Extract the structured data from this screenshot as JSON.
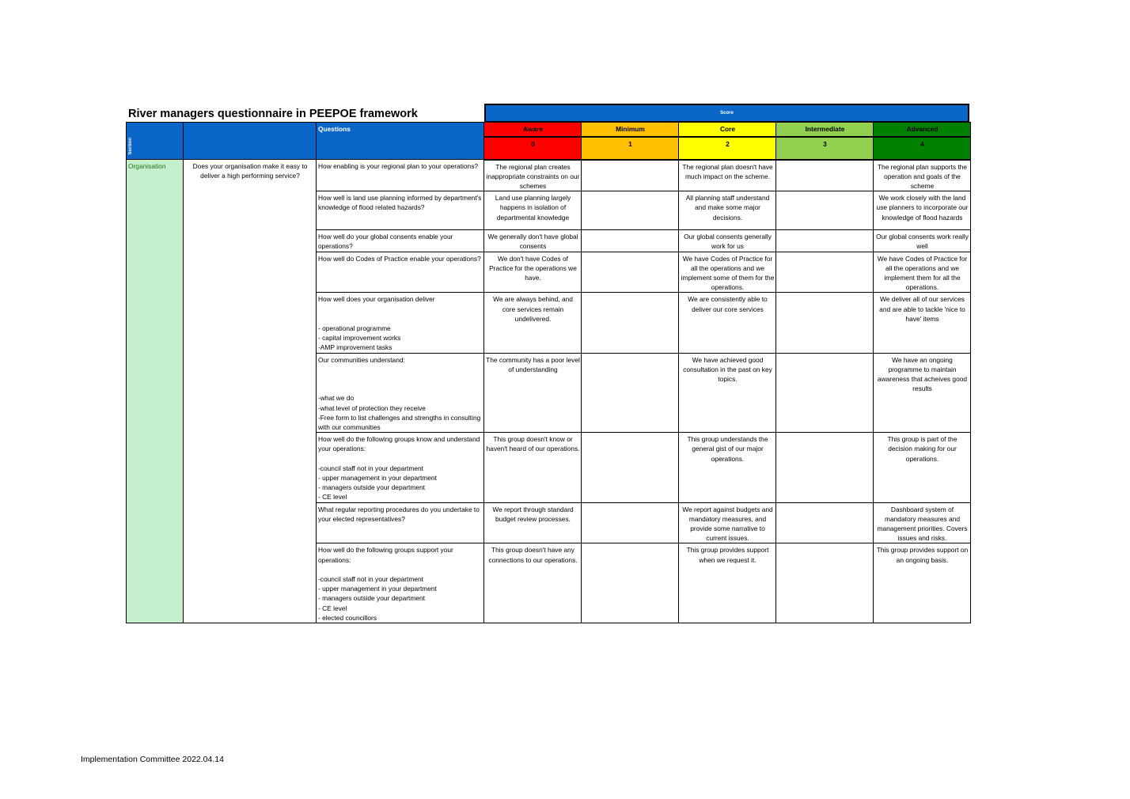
{
  "title": "River managers questionnaire in PEEPOE framework",
  "footer": "Implementation Committee 2022.04.14",
  "score_label": "Score",
  "headers": {
    "section": "Section",
    "questions": "Questions",
    "levels": [
      {
        "label": "Aware",
        "score": "0",
        "color": "#ff0000"
      },
      {
        "label": "Minimum",
        "score": "1",
        "color": "#ffc000"
      },
      {
        "label": "Core",
        "score": "2",
        "color": "#ffff00"
      },
      {
        "label": "Intermediate",
        "score": "3",
        "color": "#92d050"
      },
      {
        "label": "Advanced",
        "score": "4",
        "color": "#008000"
      }
    ],
    "blue": "#0a66c9",
    "section_fill": "#c6efce"
  },
  "section": "Organisation",
  "topic": "Does your organisation make it easy to deliver a high performing service?",
  "rows": [
    {
      "question": "How enabling is your regional plan to your operations?",
      "aware": "The regional plan creates inappropriate constraints on our schemes",
      "minimum": "",
      "core": "The regional plan doesn't have much impact on the scheme.",
      "intermediate": "",
      "advanced": "The regional plan supports the operation and goals of the scheme"
    },
    {
      "question": "How well is land use planning informed by department's knowledge of flood related hazards?",
      "aware": "Land use planning largely happens in isolation of departmental knowledge",
      "minimum": "",
      "core": "All planning staff understand and make some major decisions.",
      "intermediate": "",
      "advanced": "We work closely with the land use planners to incorporate our knowledge of flood hazards"
    },
    {
      "question": "How well do your global consents enable your operations?",
      "aware": "We generally don't have global consents",
      "minimum": "",
      "core": "Our global consents generally work for us",
      "intermediate": "",
      "advanced": "Our global consents work really well"
    },
    {
      "question": "How well do Codes of Practice enable your operations?",
      "aware": "We don't have Codes of Practice for the operations we have.",
      "minimum": "",
      "core": "We have Codes of Practice for all the operations and we implement some of them for the operations.",
      "intermediate": "",
      "advanced": "We have Codes of Practice for all the operations and we implement them for all the operations."
    },
    {
      "question": "How well does your organisation deliver\n\n\n- operational programme\n- capital improvement works\n-AMP improvement tasks",
      "aware": "We are always behind, and core services remain undelivered.",
      "minimum": "",
      "core": "We are consistently able to deliver our core services",
      "intermediate": "",
      "advanced": "We deliver all of our services and are able to tackle 'nice to have' items"
    },
    {
      "question": "Our communities understand:\n\n\n\n-what we do\n-what level of protection they receive\n-Free form to list challenges and strengths in consulting with our communities",
      "aware": "The community has a poor level of understanding",
      "minimum": "",
      "core": "We have achieved good consultation in the past on key topics.",
      "intermediate": "",
      "advanced": "We have an ongoing programme to maintain awareness that acheives good results"
    },
    {
      "question": "How well do the following groups know and understand your operations:\n\n-council staff not in your department\n- upper management in your department\n- managers outside your department\n- CE level",
      "aware": "This group doesn't know or haven't heard of our operations.",
      "minimum": "",
      "core": "This group understands the general gist of our major operations.",
      "intermediate": "",
      "advanced": "This group is part of the decision making for our operations."
    },
    {
      "question": "What regular reporting procedures do you undertake to your elected representatives?",
      "aware": "We report through standard budget review processes.",
      "minimum": "",
      "core": "We report against budgets and mandatory measures, and provide some narrative to current issues.",
      "intermediate": "",
      "advanced": "Dashboard system of mandatory measures and management priorities. Covers issues and risks."
    },
    {
      "question": "How well do the following groups support your operations:\n\n-council staff not in your department\n- upper management in your department\n- managers outside your department\n- CE level\n- elected councillors",
      "aware": "This group doesn't have any connections to our operations.",
      "minimum": "",
      "core": "This group provides support when we request it.",
      "intermediate": "",
      "advanced": "This group provides support on an ongoing basis."
    }
  ]
}
